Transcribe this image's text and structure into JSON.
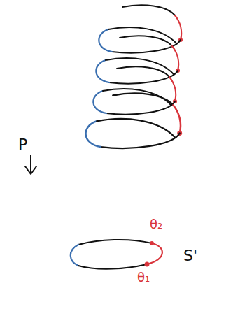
{
  "diagram": {
    "labels": [
      "P",
      "θ₂",
      "S'",
      "θ₁"
    ]
  }
}
